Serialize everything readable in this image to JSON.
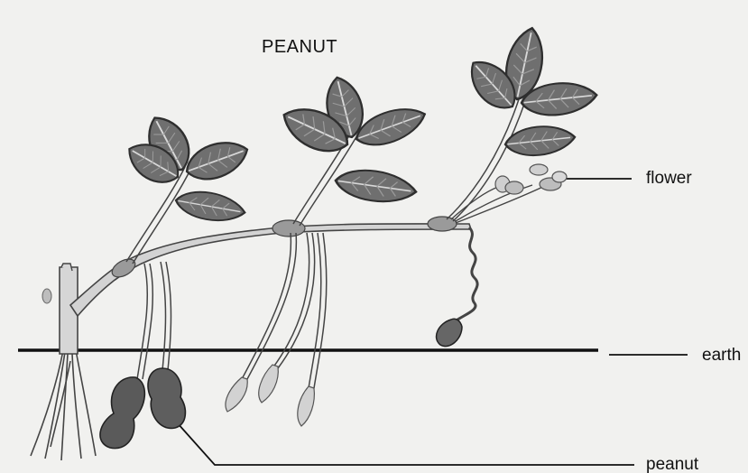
{
  "diagram": {
    "title": "PEANUT",
    "labels": {
      "flower": "flower",
      "earth": "earth",
      "peanut": "peanut"
    },
    "colors": {
      "background": "#f1f1ef",
      "leaf_fill": "#6f6f6f",
      "leaf_edge": "#3a3a3a",
      "stem_fill": "#c9c9c9",
      "pod_fill": "#5a5a5a",
      "line": "#111111"
    }
  }
}
